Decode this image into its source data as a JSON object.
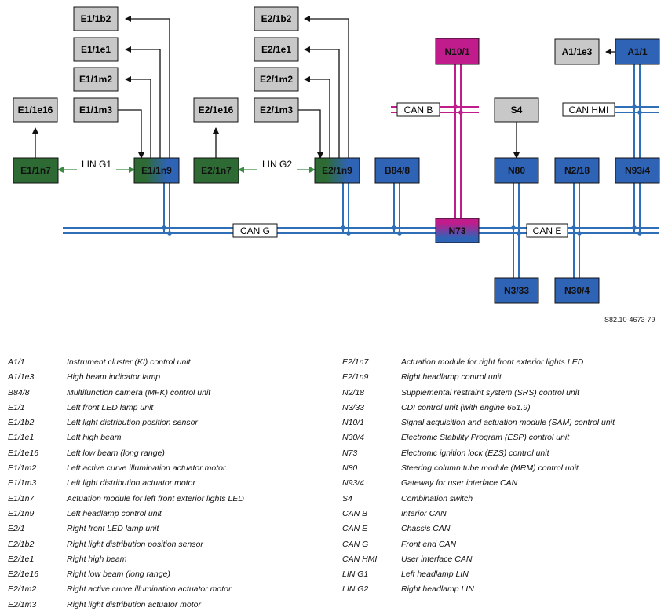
{
  "diagram": {
    "components": {
      "e1_1b2": "E1/1b2",
      "e1_1e1": "E1/1e1",
      "e1_1m2": "E1/1m2",
      "e1_1m3": "E1/1m3",
      "e1_1e16": "E1/1e16",
      "e1_1n7": "E1/1n7",
      "e1_1n9": "E1/1n9",
      "e2_1b2": "E2/1b2",
      "e2_1e1": "E2/1e1",
      "e2_1m2": "E2/1m2",
      "e2_1m3": "E2/1m3",
      "e2_1e16": "E2/1e16",
      "e2_1n7": "E2/1n7",
      "e2_1n9": "E2/1n9",
      "b84_8": "B84/8",
      "n10_1": "N10/1",
      "n73": "N73",
      "s4": "S4",
      "n80": "N80",
      "n2_18": "N2/18",
      "a1_1e3": "A1/1e3",
      "a1_1": "A1/1",
      "n93_4": "N93/4",
      "n3_33": "N3/33",
      "n30_4": "N30/4"
    },
    "buses": {
      "lin_g1": "LIN G1",
      "lin_g2": "LIN G2",
      "can_g": "CAN G",
      "can_e": "CAN E",
      "can_b": "CAN B",
      "can_hmi": "CAN HMI"
    },
    "colors": {
      "grey_box": "#c8c8c8",
      "green_box": "#2e6b34",
      "blue_box": "#2f63b6",
      "magenta_box": "#c01c8c",
      "blue_line": "#2f6fb8",
      "magenta_line": "#c01c8c",
      "green_line": "#3a8a44"
    },
    "reference": "S82.10-4673-79"
  },
  "legend": {
    "left": [
      {
        "code": "A1/1",
        "desc": "Instrument cluster (KI) control unit"
      },
      {
        "code": "A1/1e3",
        "desc": "High beam indicator lamp"
      },
      {
        "code": "B84/8",
        "desc": "Multifunction camera (MFK) control unit"
      },
      {
        "code": "E1/1",
        "desc": "Left front LED lamp unit"
      },
      {
        "code": "E1/1b2",
        "desc": "Left light distribution position sensor"
      },
      {
        "code": "E1/1e1",
        "desc": "Left high beam"
      },
      {
        "code": "E1/1e16",
        "desc": "Left low beam (long range)"
      },
      {
        "code": "E1/1m2",
        "desc": "Left active curve illumination actuator motor"
      },
      {
        "code": "E1/1m3",
        "desc": "Left light distribution actuator motor"
      },
      {
        "code": "E1/1n7",
        "desc": "Actuation module for left front exterior lights LED"
      },
      {
        "code": "E1/1n9",
        "desc": "Left headlamp control unit"
      },
      {
        "code": "E2/1",
        "desc": "Right front LED lamp unit"
      },
      {
        "code": "E2/1b2",
        "desc": "Right light distribution position sensor"
      },
      {
        "code": "E2/1e1",
        "desc": "Right high beam"
      },
      {
        "code": "E2/1e16",
        "desc": "Right low beam (long range)"
      },
      {
        "code": "E2/1m2",
        "desc": "Right active curve illumination actuator motor"
      },
      {
        "code": "E2/1m3",
        "desc": "Right light distribution actuator motor"
      }
    ],
    "right": [
      {
        "code": "E2/1n7",
        "desc": "Actuation module for right front exterior lights LED"
      },
      {
        "code": "E2/1n9",
        "desc": "Right headlamp control unit"
      },
      {
        "code": "N2/18",
        "desc": "Supplemental restraint system (SRS) control unit"
      },
      {
        "code": "N3/33",
        "desc": "CDI control unit (with engine 651.9)"
      },
      {
        "code": "N10/1",
        "desc": "Signal acquisition and actuation module (SAM) control unit"
      },
      {
        "code": "N30/4",
        "desc": "Electronic Stability Program (ESP) control unit"
      },
      {
        "code": "N73",
        "desc": "Electronic ignition lock (EZS) control unit"
      },
      {
        "code": "N80",
        "desc": "Steering column tube module (MRM) control unit"
      },
      {
        "code": "N93/4",
        "desc": "Gateway for user interface CAN"
      },
      {
        "code": "S4",
        "desc": "Combination switch"
      },
      {
        "code": "CAN B",
        "desc": "Interior CAN"
      },
      {
        "code": "CAN E",
        "desc": "Chassis CAN"
      },
      {
        "code": "CAN G",
        "desc": "Front end CAN"
      },
      {
        "code": "CAN HMI",
        "desc": "User interface CAN"
      },
      {
        "code": "LIN G1",
        "desc": "Left headlamp LIN"
      },
      {
        "code": "LIN G2",
        "desc": "Right headlamp LIN"
      }
    ]
  }
}
